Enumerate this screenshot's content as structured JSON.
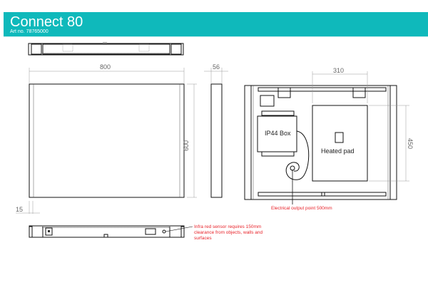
{
  "header": {
    "title": "Connect 80",
    "art_no": "Art no. 78765000",
    "color": "#0fb9bb"
  },
  "dimensions": {
    "width": "800",
    "depth": "56",
    "height": "600",
    "bottom_offset": "15",
    "pad_width": "310",
    "pad_height": "450"
  },
  "labels": {
    "ip44_box": "IP44 Box",
    "heated_pad": "Heated pad",
    "electrical_output": "Electrical output point 500mm",
    "sensor_note": [
      "Infra red sensor requires 150mm",
      "clearance from objects, walls and",
      "surfaces"
    ]
  }
}
